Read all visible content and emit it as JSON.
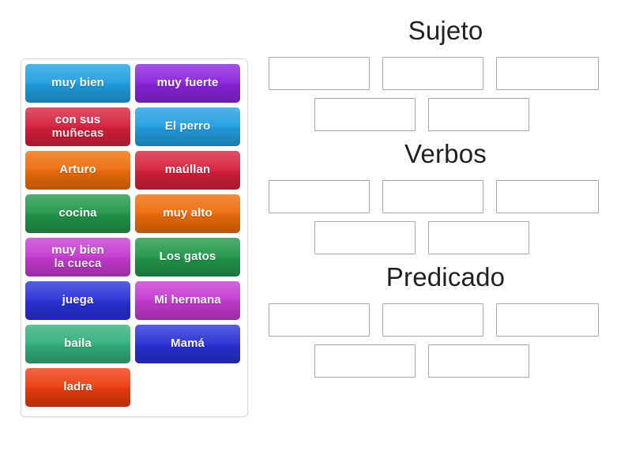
{
  "activity": {
    "type": "drag-and-drop-group-sort",
    "background_color": "#ffffff"
  },
  "tile_panel": {
    "name": "word-tile-tray",
    "tiles": [
      {
        "label": "muy bien",
        "color": "#219fe0",
        "index": 1
      },
      {
        "label": "muy fuerte",
        "color": "#8b23dd",
        "index": 2
      },
      {
        "label": "con sus\nmuñecas",
        "color": "#d6203c",
        "index": 3
      },
      {
        "label": "El perro",
        "color": "#219fe0",
        "index": 4
      },
      {
        "label": "Arturo",
        "color": "#ef6c0a",
        "index": 5
      },
      {
        "label": "maúllan",
        "color": "#d6203c",
        "index": 6
      },
      {
        "label": "cocina",
        "color": "#21964a",
        "index": 7
      },
      {
        "label": "muy alto",
        "color": "#ef6c0a",
        "index": 8
      },
      {
        "label": "muy bien\nla cueca",
        "color": "#c43ad0",
        "index": 9
      },
      {
        "label": "Los gatos",
        "color": "#21964a",
        "index": 10
      },
      {
        "label": "juega",
        "color": "#2a30d6",
        "index": 11
      },
      {
        "label": "Mi hermana",
        "color": "#c43ad0",
        "index": 12
      },
      {
        "label": "baila",
        "color": "#33b07b",
        "index": 13
      },
      {
        "label": "Mamá",
        "color": "#2a30d6",
        "index": 14
      },
      {
        "label": "ladra",
        "color": "#ea3c0d",
        "index": 15
      }
    ]
  },
  "groups": [
    {
      "title": "Sujeto",
      "slots_row1": [
        "",
        "",
        ""
      ],
      "slots_row2": [
        "",
        ""
      ]
    },
    {
      "title": "Verbos",
      "slots_row1": [
        "",
        "",
        ""
      ],
      "slots_row2": [
        "",
        ""
      ]
    },
    {
      "title": "Predicado",
      "slots_row1": [
        "",
        "",
        ""
      ],
      "slots_row2": [
        "",
        ""
      ]
    }
  ],
  "colors": {
    "slot_border": "#a9a9a9",
    "panel_border": "#d8d8d8",
    "title_text": "#231f20"
  }
}
